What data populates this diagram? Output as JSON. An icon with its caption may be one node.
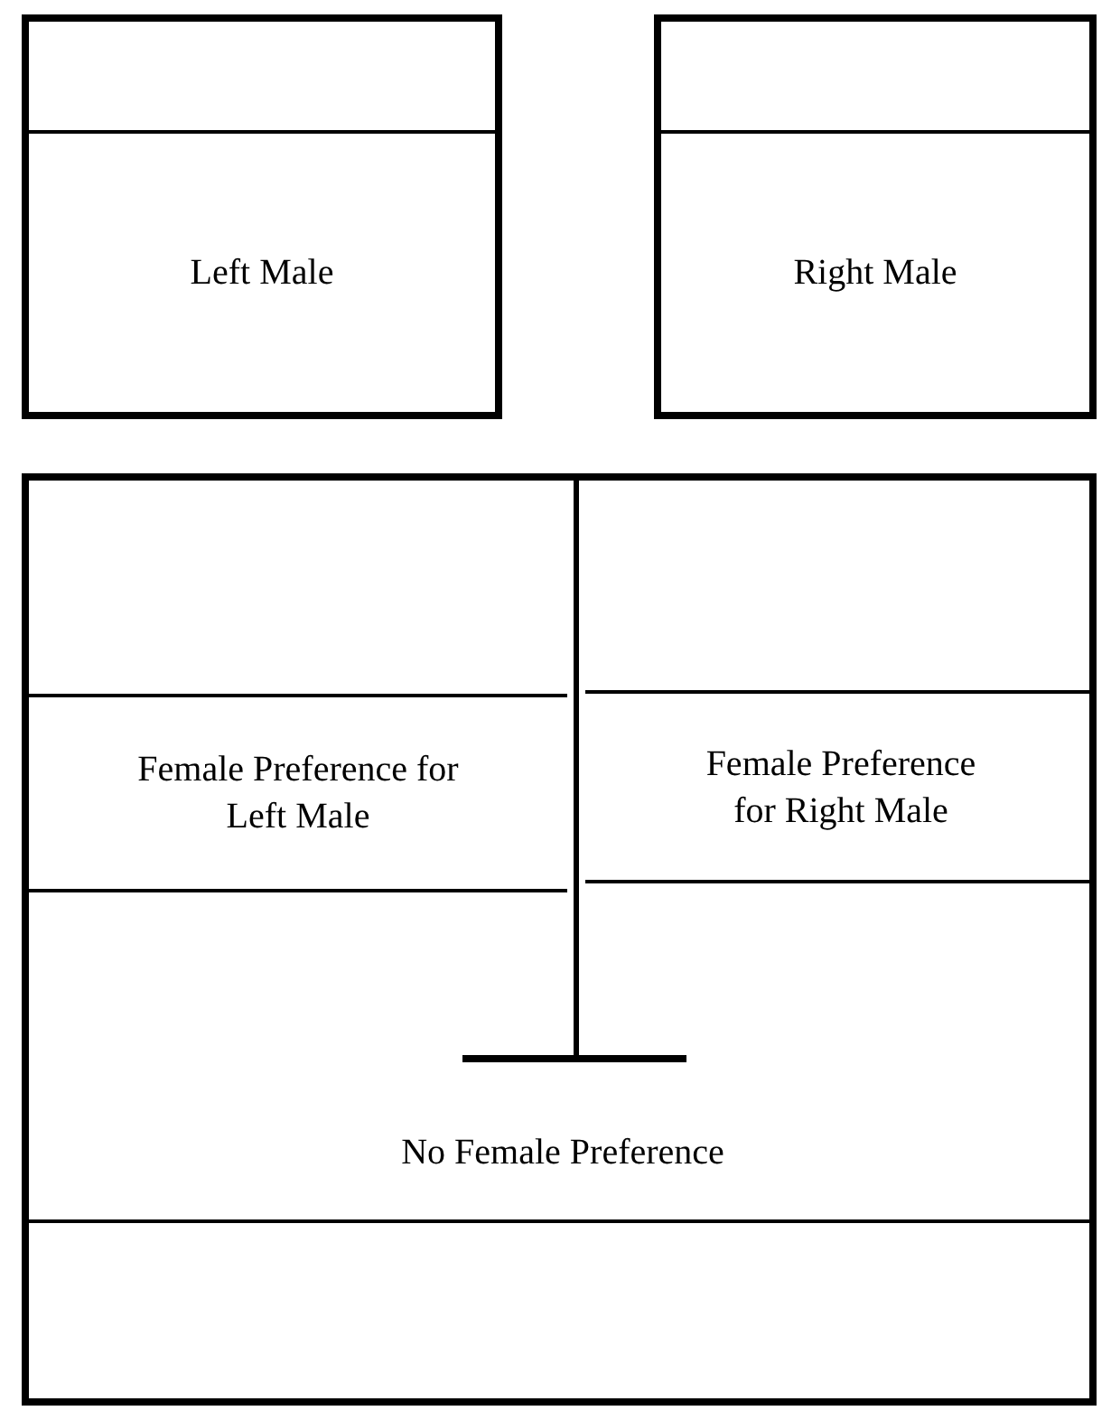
{
  "diagram": {
    "nodes": [
      {
        "text": [
          "Left Male"
        ]
      },
      {
        "text": [
          "Right Male"
        ]
      },
      {
        "text": [],
        "shape": "box"
      },
      {
        "text": [
          "Female Preference for Left Male"
        ],
        "in": 2
      },
      {
        "text": [
          "Female Preference for Right Male"
        ],
        "in": 2
      },
      {
        "text": [
          "No Female Preference"
        ],
        "in": 2
      }
    ]
  }
}
